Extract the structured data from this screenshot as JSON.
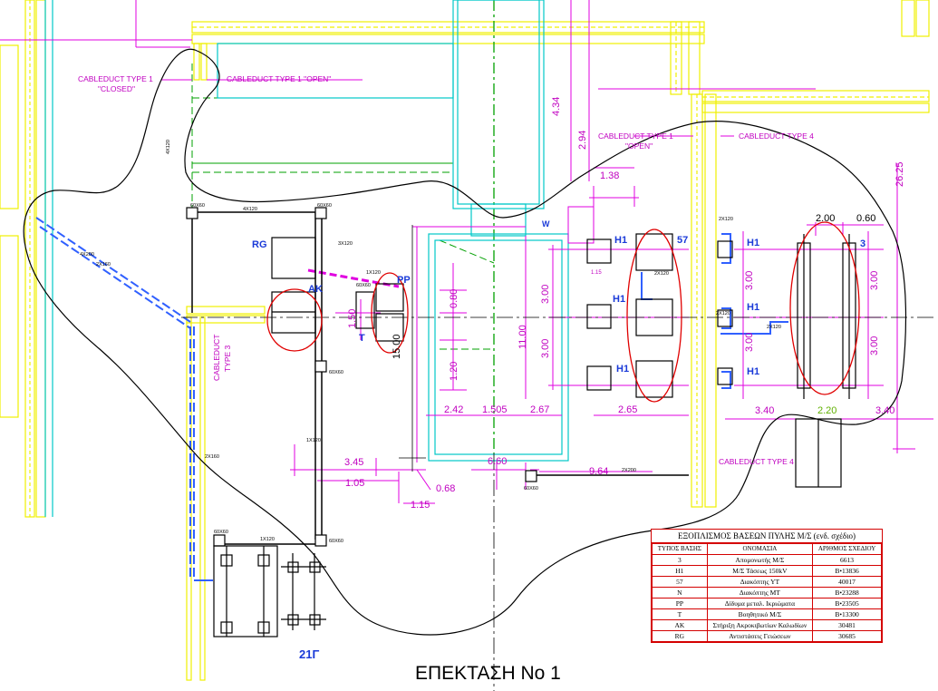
{
  "title": "ΕΠΕΚΤΑΣΗ Νο 1",
  "labels": {
    "cd_type1_closed_1": "CABLEDUCT TYPE 1",
    "cd_type1_closed_2": "\"CLOSED\"",
    "cd_type1_open_top": "CABLEDUCT TYPE 1 \"OPEN\"",
    "cd_type1_open_right_1": "CABLEDUCT TYPE 1",
    "cd_type1_open_right_2": "\"OPEN\"",
    "cd_type4_top": "CABLEDUCT TYPE 4",
    "cd_type4_bottom": "CABLEDUCT TYPE 4",
    "cd_type3_1": "CABLEDUCT",
    "cd_type3_2": "TYPE 3",
    "rg": "RG",
    "ak": "AK",
    "pp": "PP",
    "t": "T",
    "w": "W",
    "h1_a": "H1",
    "h1_b": "H1",
    "h1_c": "H1",
    "h1_d": "H1",
    "h1_e": "H1",
    "h1_f": "H1",
    "n57": "57",
    "n3": "3",
    "n21g": "21Γ"
  },
  "dims": {
    "d4_34": "4.34",
    "d2_94": "2.94",
    "d26_25": "26.25",
    "d1_38": "1.38",
    "d2_00": "2.00",
    "d0_60": "0.60",
    "d0_80": "0.80",
    "d3_00_a": "3.00",
    "d3_00_b": "3.00",
    "d3_00_c": "3.00",
    "d3_00_d": "3.00",
    "d3_00_e": "3.00",
    "d3_00_f": "3.00",
    "d11_00": "11.00",
    "d1_20": "1.20",
    "d1_50": "1.50",
    "d15_00": "15.00",
    "d1_15_small": "1.15",
    "d2_42": "2.42",
    "d1_505": "1.505",
    "d2_67": "2.67",
    "d2_65": "2.65",
    "d3_40_a": "3.40",
    "d2_20": "2.20",
    "d3_40_b": "3.40",
    "d3_45": "3.45",
    "d1_05": "1.05",
    "d1_15": "1.15",
    "d0_68": "0.68",
    "d6_60": "6.60",
    "d9_64": "9.64"
  },
  "small": {
    "s60x60_a": "60X60",
    "s60x60_b": "60X60",
    "s60x60_c": "60X60",
    "s60x60_d": "60X60",
    "s60x60_e": "60X60",
    "s60x60_f": "60X60",
    "s60x60_g": "60X60",
    "s4x120_a": "4Χ120",
    "s4x120_b": "4Χ120",
    "s4x200": "4Χ200",
    "s2x160": "2Χ160",
    "s3x120": "3Χ120",
    "s1x120_a": "1Χ120",
    "s1x120_b": "1Χ120",
    "s1x120_c": "1Χ120",
    "s2x120_a": "2Χ120",
    "s2x120_b": "2Χ120",
    "s2x120_c": "2Χ120",
    "s2x120_d": "2Χ120",
    "s2x160_b": "2Χ160",
    "s2x200": "2Χ200"
  },
  "table": {
    "title": "ΕΞΟΠΛΙΣΜΟΣ ΒΑΣΕΩΝ ΠΥΛΗΣ Μ/Σ (ενδ. σχέδιο)",
    "headers": [
      "ΤΥΠΟΣ ΒΑΣΗΣ",
      "ΟΝΟΜΑΣΙΑ",
      "ΑΡΙΘΜΟΣ ΣΧΕΔΙΟΥ"
    ],
    "rows": [
      [
        "3",
        "Απομονωτής Μ/Σ",
        "6613"
      ],
      [
        "H1",
        "Μ/Σ Τάσεως 150kV",
        "B•13836"
      ],
      [
        "57",
        "Διακόπτης ΥΤ",
        "40017"
      ],
      [
        "N",
        "Διακόπτης ΜΤ",
        "B•23288"
      ],
      [
        "PP",
        "Δίδυμα μεταλ. Ικριώματα",
        "B•23505"
      ],
      [
        "T",
        "Βοηθητικό Μ/Σ",
        "B•13300"
      ],
      [
        "AK",
        "Στήριξη Ακροκιβωτίων Καλωδίων",
        "30481"
      ],
      [
        "RG",
        "Αντιστάσεις Γειώσεων",
        "30685"
      ]
    ]
  },
  "colors": {
    "magenta": "#e000e0",
    "yellow": "#f0f000",
    "cyan": "#00c8c8",
    "green": "#00a000",
    "blue": "#3060ff",
    "red": "#e00000",
    "dark": "#000000"
  }
}
